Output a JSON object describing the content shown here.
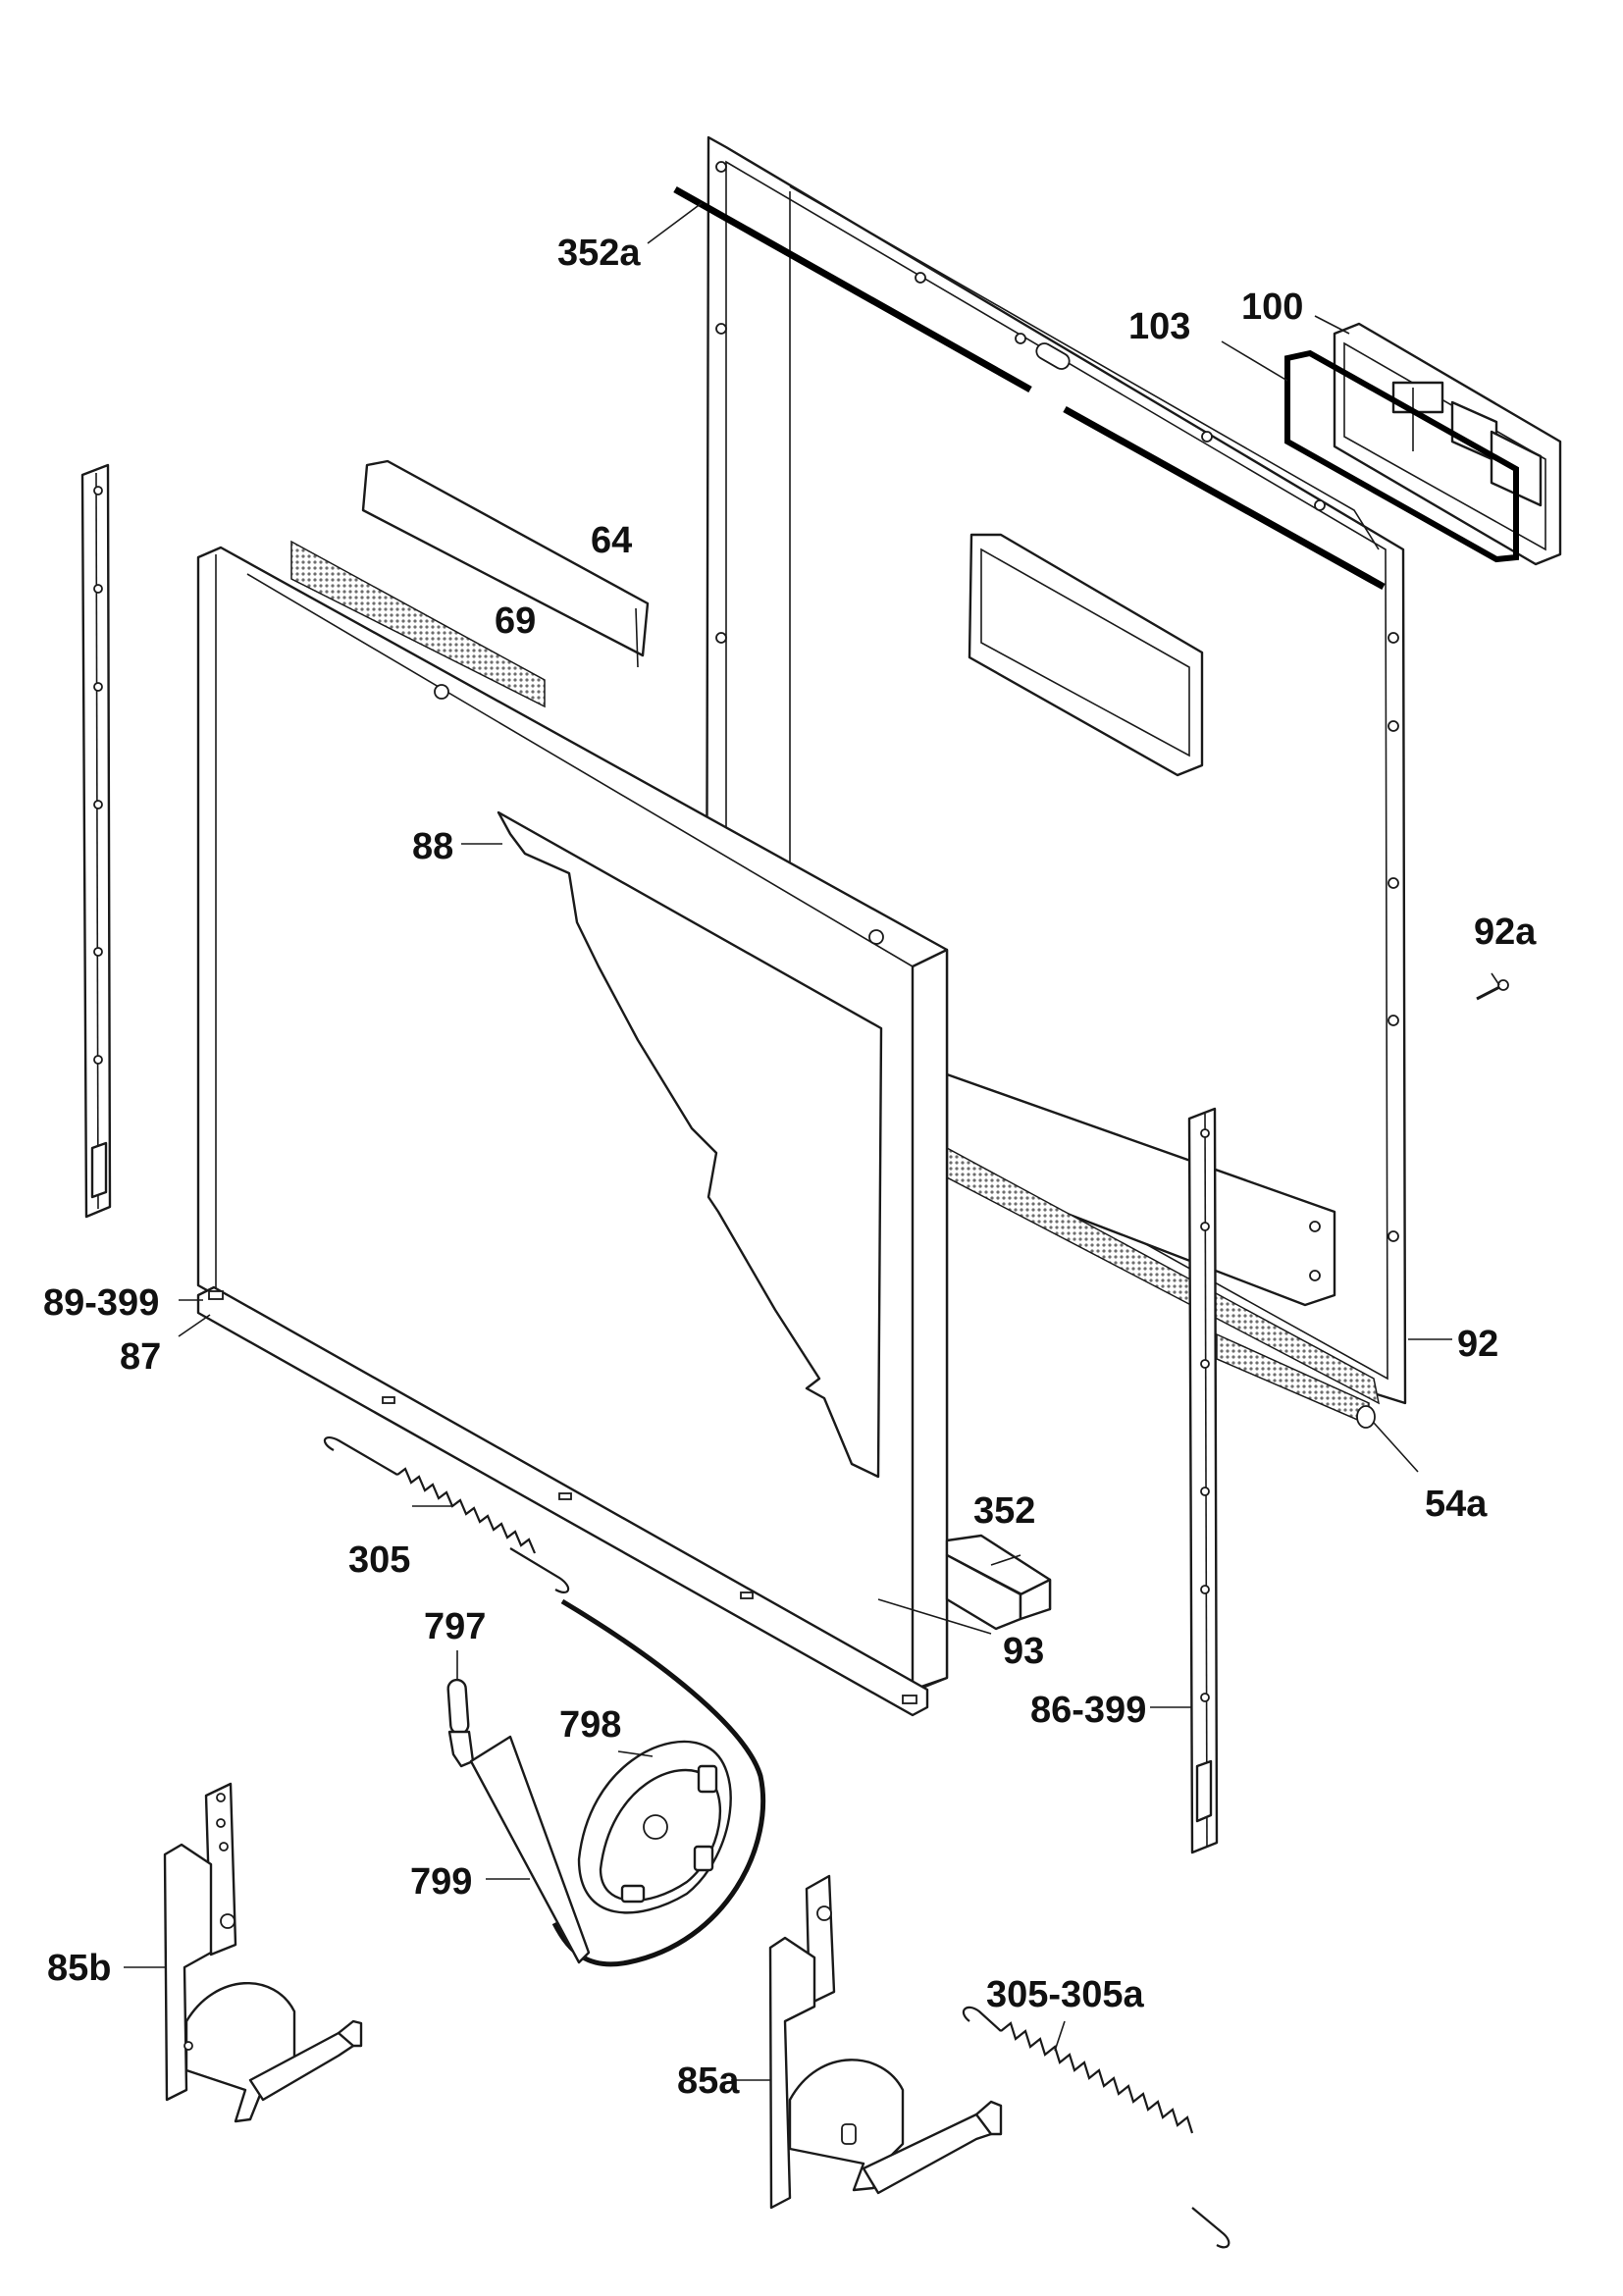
{
  "diagram": {
    "colors": {
      "line": "#1a1a1a",
      "mesh": "#7a7a7a",
      "background": "#ffffff"
    },
    "callouts": {
      "c352a": "352a",
      "c103": "103",
      "c100": "100",
      "c64": "64",
      "c69": "69",
      "c88": "88",
      "c92a": "92a",
      "c89_399": "89-399",
      "c87": "87",
      "c92": "92",
      "c54a": "54a",
      "c352": "352",
      "c305": "305",
      "c93": "93",
      "c797": "797",
      "c798": "798",
      "c86_399": "86-399",
      "c799": "799",
      "c85b": "85b",
      "c85a": "85a",
      "c305_305a": "305-305a"
    }
  }
}
